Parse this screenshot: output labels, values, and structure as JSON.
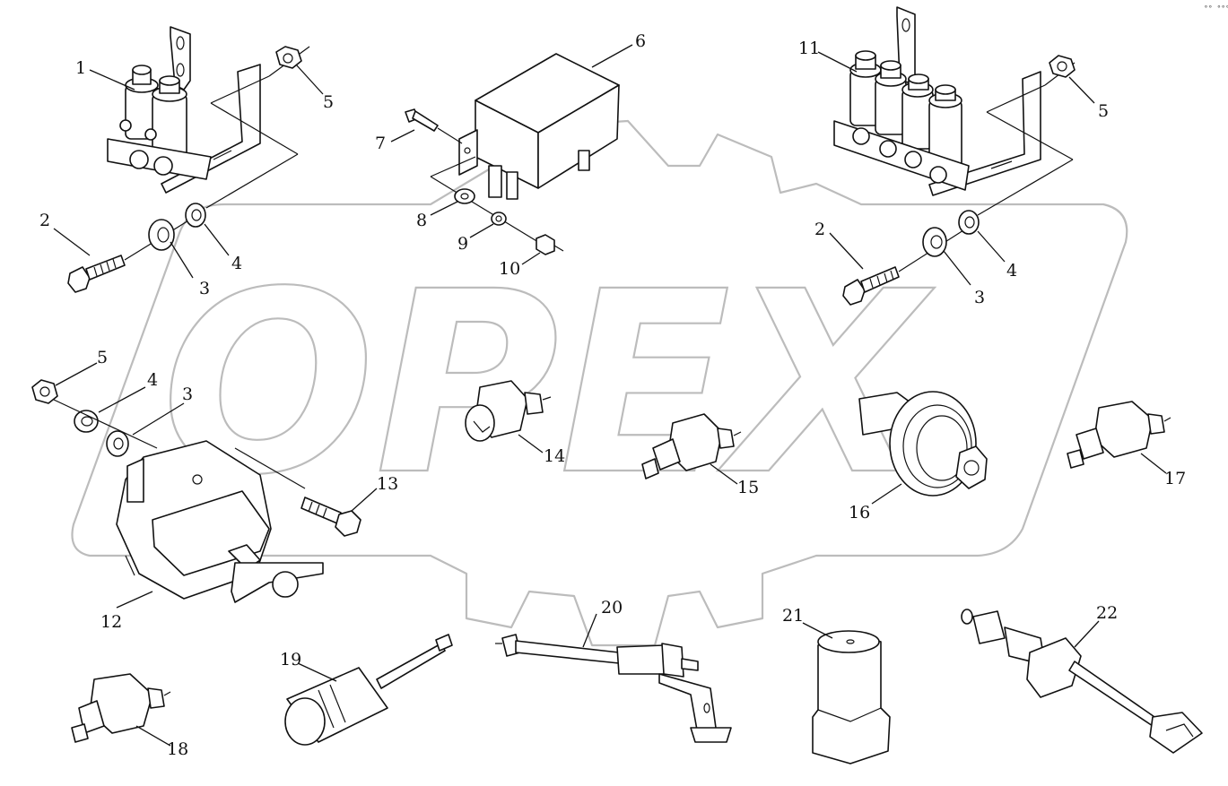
{
  "watermark": {
    "text": "OPEX"
  },
  "corner_mark": "°° °°°",
  "callouts": {
    "n1": "1",
    "n2a": "2",
    "n3a": "3",
    "n4a": "4",
    "n5a": "5",
    "n6": "6",
    "n7": "7",
    "n8": "8",
    "n9": "9",
    "n10": "10",
    "n11": "11",
    "n5b": "5",
    "n2b": "2",
    "n3b": "3",
    "n4b": "4",
    "n5c": "5",
    "n4c": "4",
    "n3c": "3",
    "n13": "13",
    "n12": "12",
    "n14": "14",
    "n15": "15",
    "n16": "16",
    "n17": "17",
    "n18": "18",
    "n19": "19",
    "n20": "20",
    "n21": "21",
    "n22": "22"
  }
}
